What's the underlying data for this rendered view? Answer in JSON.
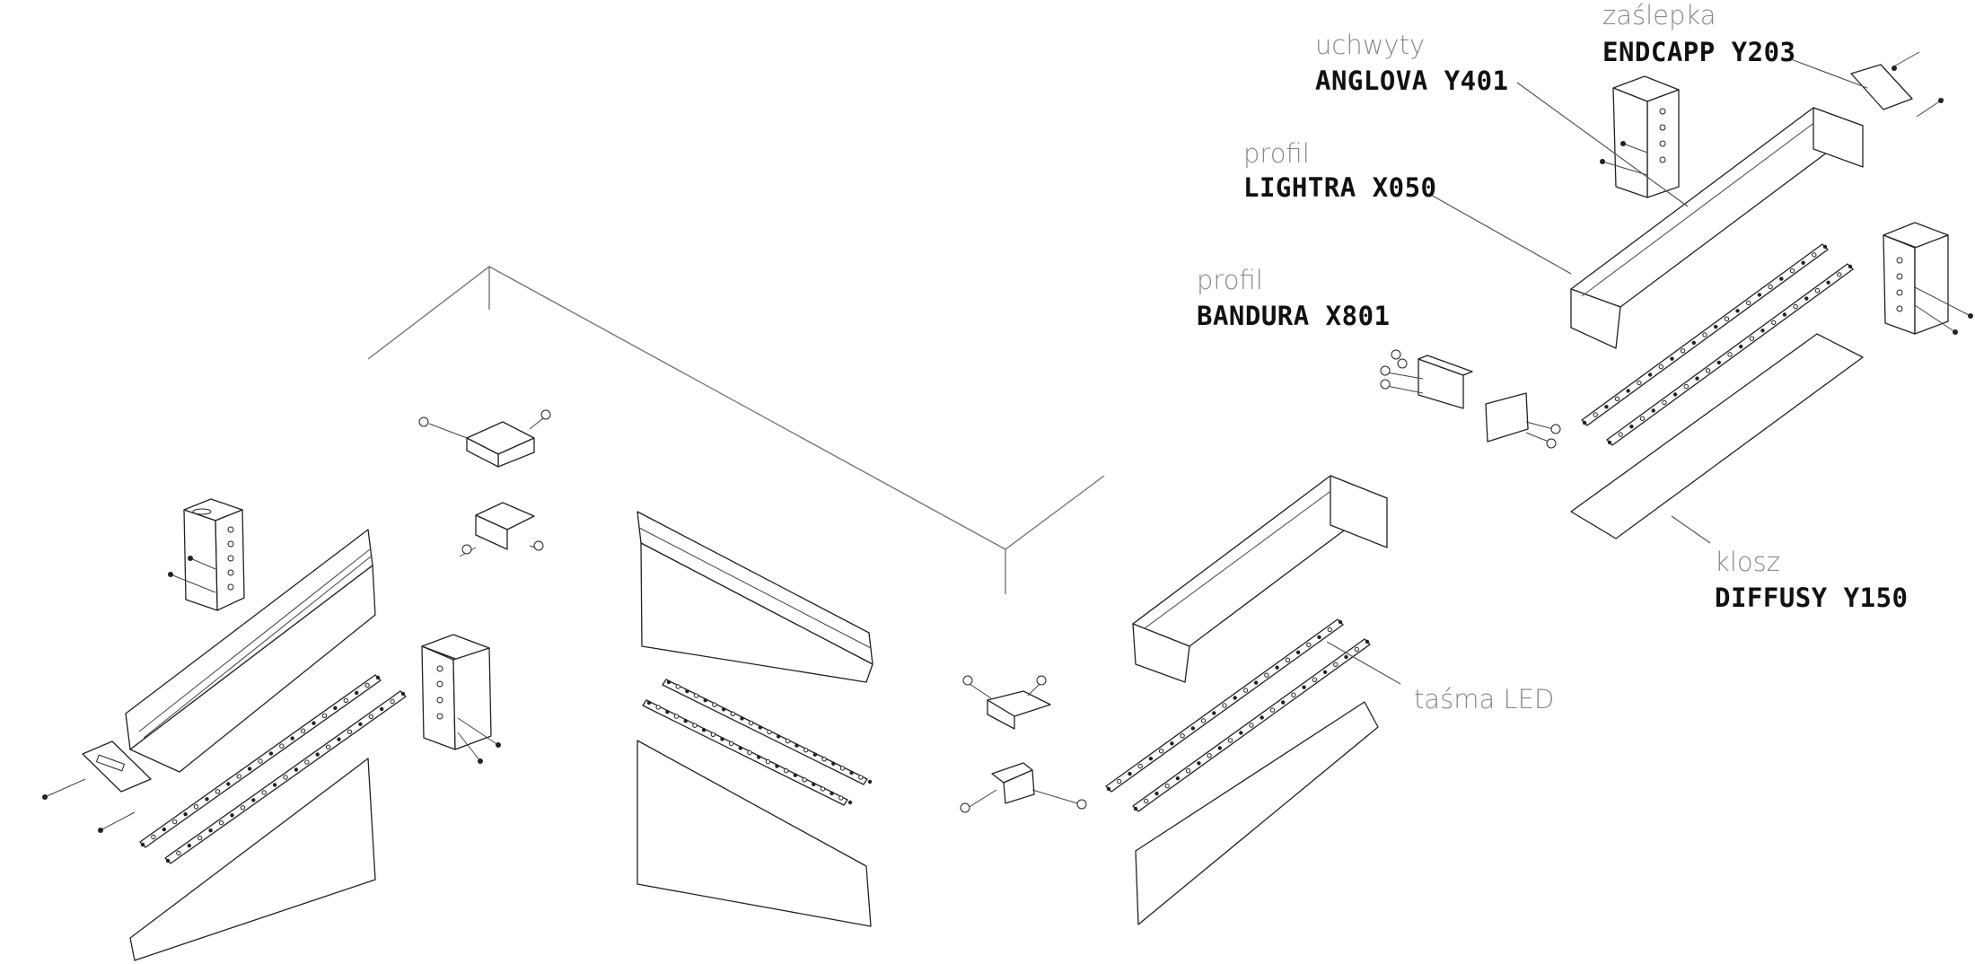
{
  "labels": {
    "uchwyty": {
      "category": "uchwyty",
      "part": "ANGLOVA Y401"
    },
    "zaslepka": {
      "category": "zaślepka",
      "part": "ENDCAPP Y203"
    },
    "profil_lightra": {
      "category": "profil",
      "part": "LIGHTRA X050"
    },
    "profil_bandura": {
      "category": "profil",
      "part": "BANDURA X801"
    },
    "klosz": {
      "category": "klosz",
      "part": "DIFFUSY Y150"
    },
    "tasma": {
      "category": "taśma LED"
    }
  },
  "colors": {
    "line": "#222222",
    "label_gray": "#8a8a8a",
    "label_dark": "#111111"
  }
}
